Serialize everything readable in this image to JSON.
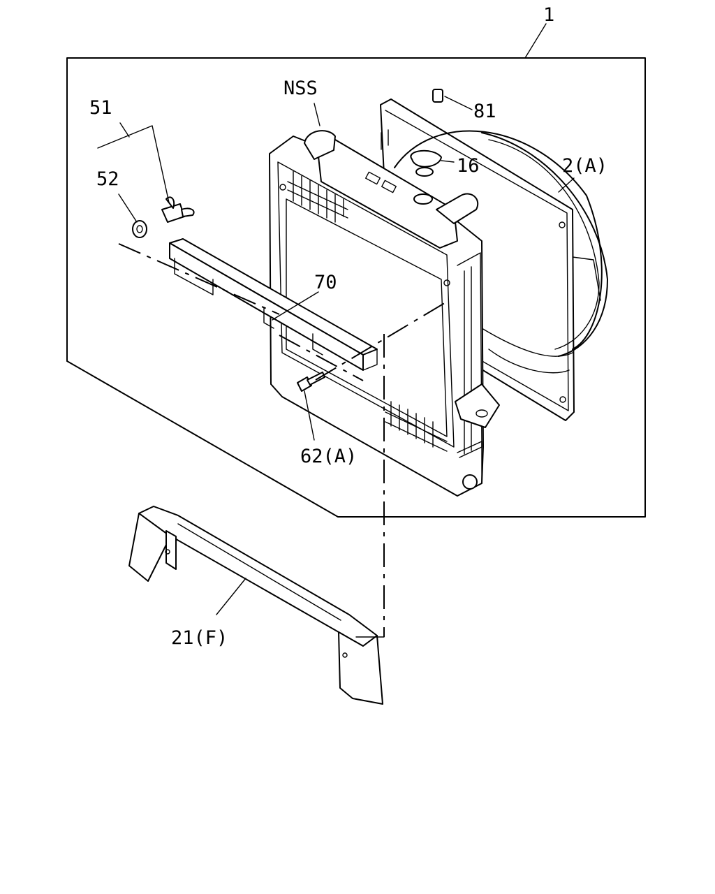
{
  "labels": {
    "assembly": "1",
    "nss": "NSS",
    "wing_bolt": "51",
    "washer": "52",
    "clip": "81",
    "cap": "16",
    "shroud": "2(A)",
    "bracket": "70",
    "bolt": "62(A)",
    "support": "21(F)"
  }
}
